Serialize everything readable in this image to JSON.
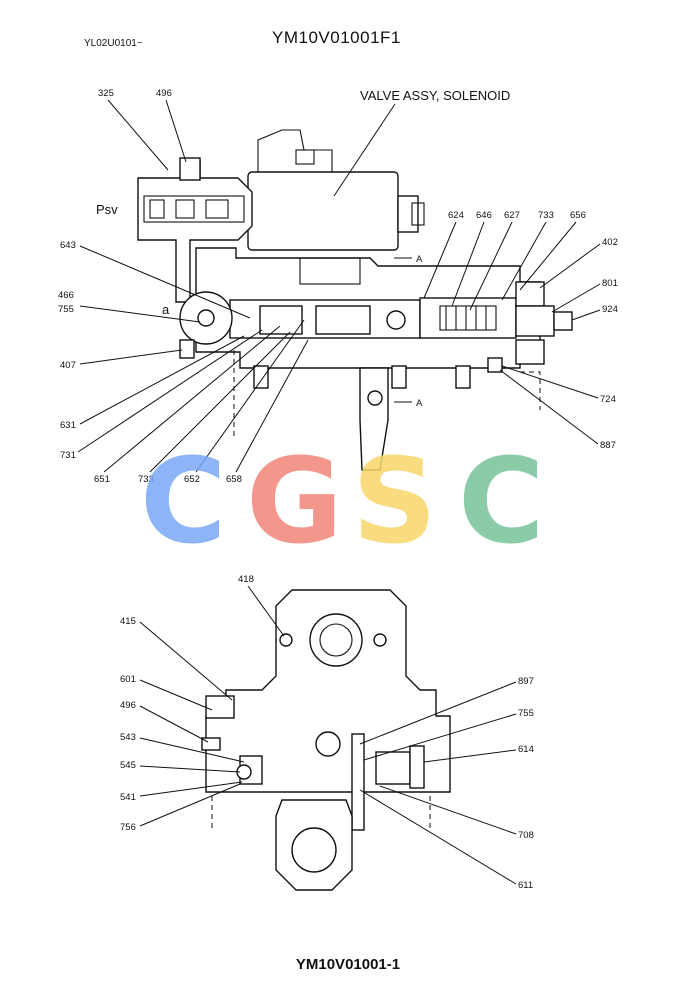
{
  "header": {
    "code": "YL02U0101~",
    "title": "YM10V01001F1"
  },
  "footer": {
    "title": "YM10V01001-1"
  },
  "top_view": {
    "valve_label": "VALVE ASSY, SOLENOID",
    "psv": "Psv",
    "a_small": "a",
    "section_a_top": "A",
    "section_a_bottom": "A",
    "callouts": [
      "325",
      "496",
      "643",
      "466",
      "755",
      "407",
      "631",
      "731",
      "651",
      "733",
      "652",
      "658",
      "624",
      "646",
      "627",
      "733",
      "656",
      "402",
      "801",
      "924",
      "724",
      "887"
    ]
  },
  "bottom_view": {
    "callouts": [
      "418",
      "415",
      "601",
      "496",
      "543",
      "545",
      "541",
      "756",
      "897",
      "755",
      "614",
      "708",
      "611"
    ]
  },
  "watermark": {
    "letters": [
      "C",
      "G",
      "S",
      "C"
    ],
    "colors": [
      "#7aa7f5",
      "#f2857a",
      "#f8d66b",
      "#77c39a"
    ]
  }
}
